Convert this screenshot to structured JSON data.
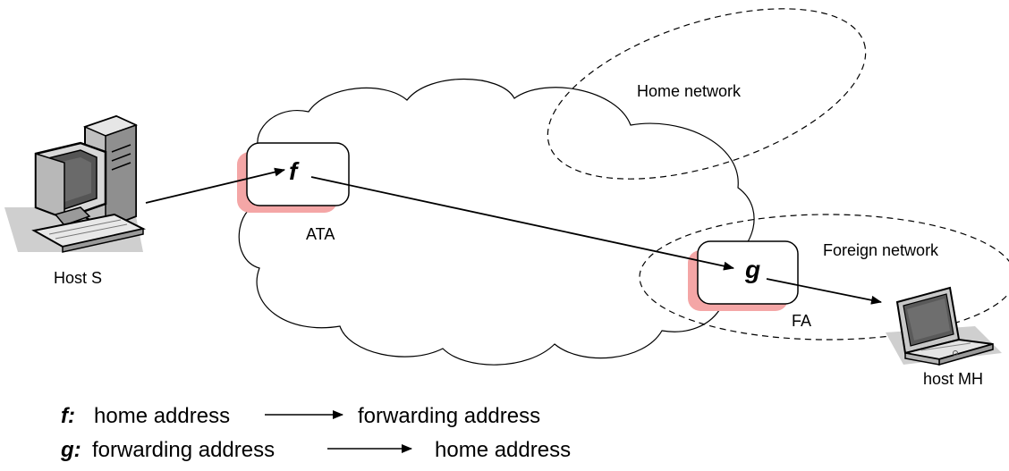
{
  "labels": {
    "home_network": "Home network",
    "foreign_network": "Foreign network",
    "host_s": "Host S",
    "host_mh": "host MH",
    "ata": "ATA",
    "fa": "FA"
  },
  "agents": {
    "f": "f",
    "g": "g"
  },
  "legend": [
    {
      "symbol": "f:",
      "from": "home address",
      "to": "forwarding address"
    },
    {
      "symbol": "g:",
      "from": "forwarding address",
      "to": "home address"
    }
  ],
  "colors": {
    "agent_shadow": "#f4a6a6",
    "line": "#000000"
  },
  "icons": {
    "host_s": "desktop-computer-icon",
    "host_mh": "laptop-icon"
  }
}
